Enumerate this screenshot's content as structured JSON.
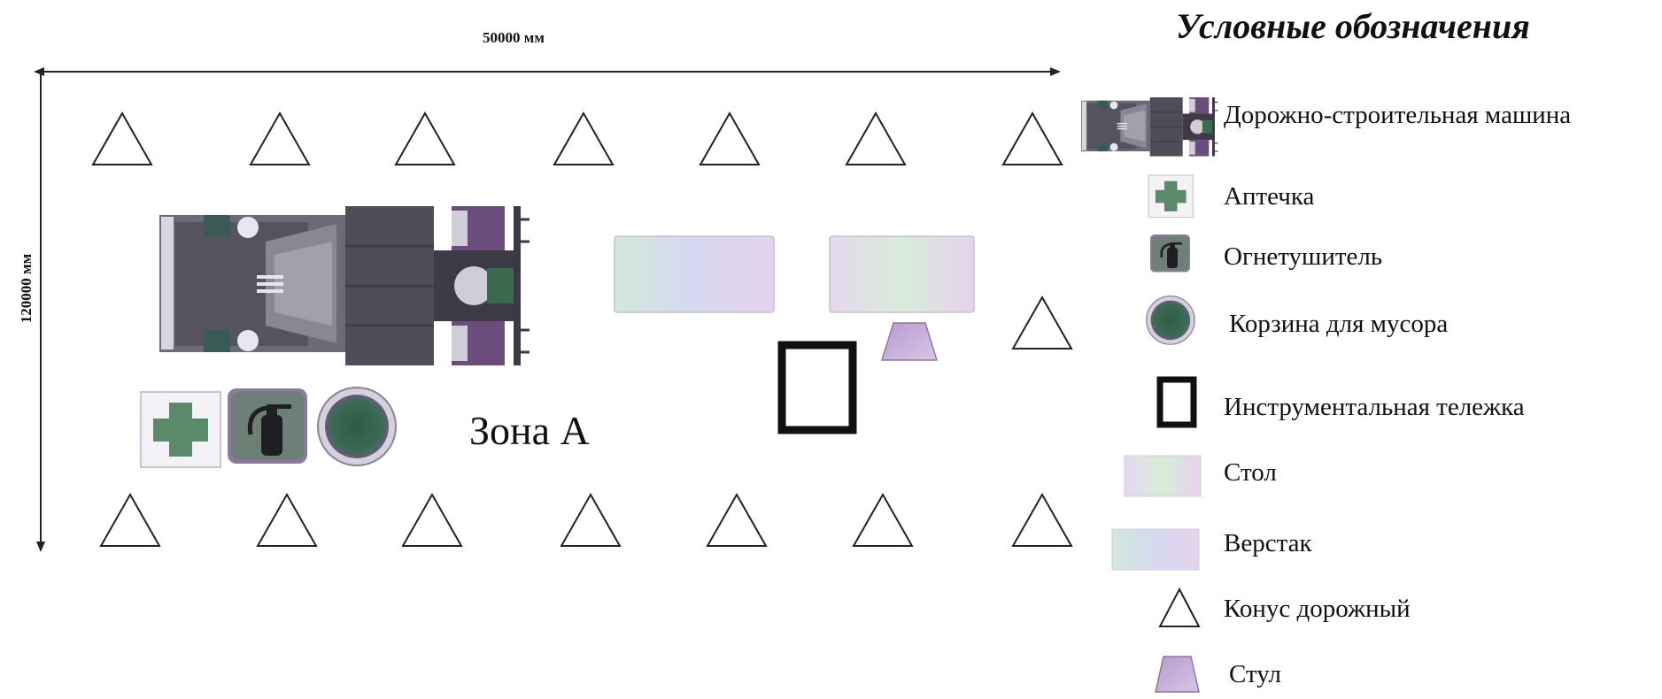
{
  "dimensions": {
    "width_label": "50000 мм",
    "height_label": "120000 мм"
  },
  "zone": {
    "label": "Зона А"
  },
  "legend": {
    "title": "Условные обозначения",
    "items": [
      {
        "icon": "road-construction-machine-icon",
        "label": "Дорожно-строительная машина"
      },
      {
        "icon": "first-aid-kit-icon",
        "label": "Аптечка"
      },
      {
        "icon": "fire-extinguisher-icon",
        "label": "Огнетушитель"
      },
      {
        "icon": "trash-bin-icon",
        "label": "Корзина для мусора"
      },
      {
        "icon": "tool-cart-icon",
        "label": "Инструментальная тележка"
      },
      {
        "icon": "table-icon",
        "label": "Стол"
      },
      {
        "icon": "workbench-icon",
        "label": "Верстак"
      },
      {
        "icon": "road-cone-icon",
        "label": "Конус дорожный"
      },
      {
        "icon": "chair-icon",
        "label": "Стул"
      }
    ]
  },
  "colors": {
    "machine_dark": "#4a4a52",
    "machine_mid": "#6d6a78",
    "machine_light": "#b8b4c4",
    "machine_green": "#2f5a45",
    "machine_purple": "#6a4d7a",
    "aid_green": "#5a8a6a",
    "table_gradient": [
      "#e6d8ee",
      "#d7ecd9",
      "#e7d2ee"
    ],
    "workbench_gradient": [
      "#d2e8dc",
      "#d6d8f0",
      "#e6d2ec"
    ],
    "chair_fill": "#c4a8d8"
  }
}
